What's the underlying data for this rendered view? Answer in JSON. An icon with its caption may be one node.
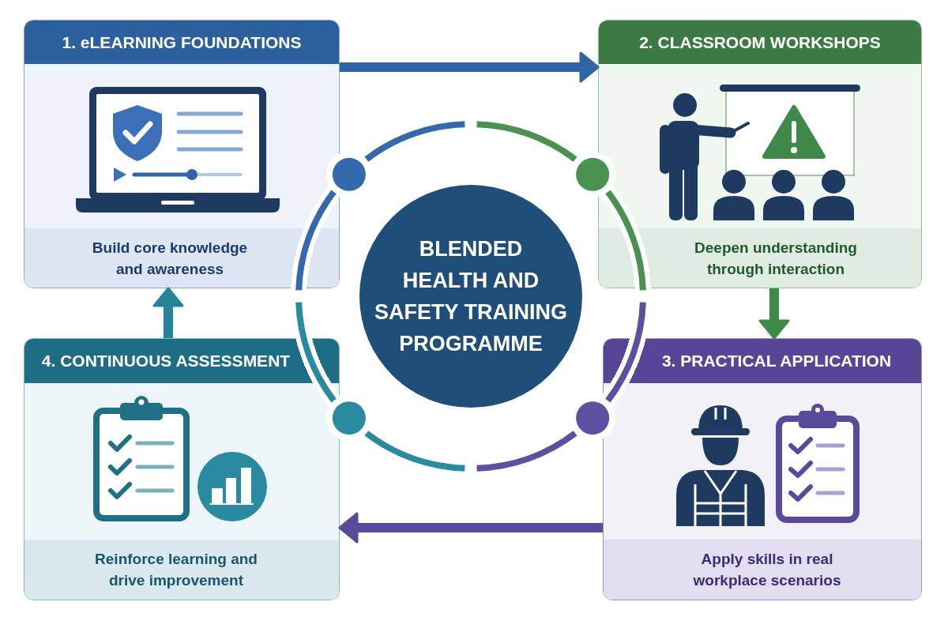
{
  "diagram": {
    "nodes": [
      {
        "text": [
          "1. eLEARNING FOUNDATIONS",
          "Build core knowledge and awareness"
        ]
      },
      {
        "text": [
          "2. CLASSROOM WORKSHOPS",
          "Deepen understanding through interaction"
        ]
      },
      {
        "text": [
          "3. PRACTICAL APPLICATION",
          "Apply skills in real workplace scenarios"
        ]
      },
      {
        "text": [
          "4. CONTINUOUS ASSESSMENT",
          "Reinforce learning and drive improvement"
        ]
      },
      {
        "text": [
          "BLENDED HEALTH AND SAFETY TRAINING PROGRAMME"
        ]
      }
    ],
    "edges": [
      {
        "from": 0,
        "to": 1,
        "arrow": "to",
        "color": "#2f64a8"
      },
      {
        "from": 1,
        "to": 2,
        "arrow": "to",
        "color": "#3f8a48"
      },
      {
        "from": 2,
        "to": 3,
        "arrow": "to",
        "color": "#5b4a9c"
      },
      {
        "from": 3,
        "to": 0,
        "arrow": "to",
        "color": "#23849a"
      }
    ]
  }
}
